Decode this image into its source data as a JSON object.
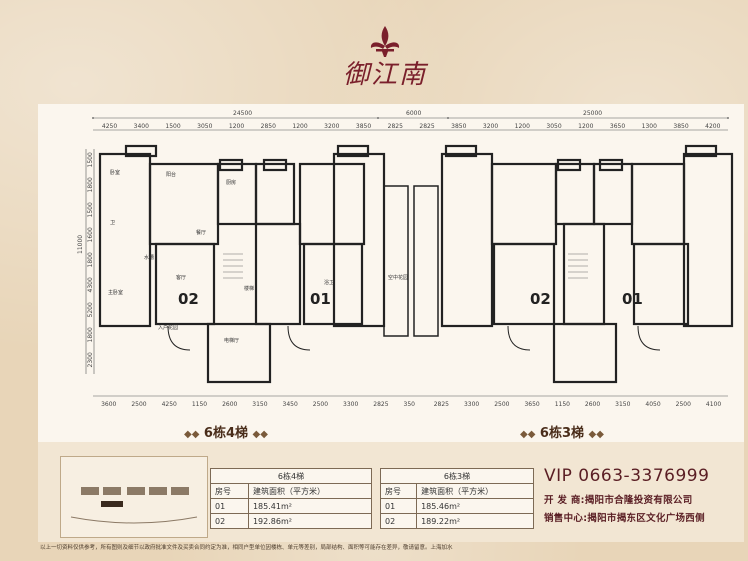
{
  "brand": {
    "name": "御江南"
  },
  "dimensions": {
    "top_totals": [
      "24500",
      "6000",
      "25000"
    ],
    "top_parts": [
      "4250",
      "3400",
      "1500",
      "3050",
      "1200",
      "2850",
      "1200",
      "3200",
      "3850",
      "2825",
      "2825",
      "3850",
      "3200",
      "1200",
      "3050",
      "1200",
      "3650",
      "1300",
      "3850",
      "4200"
    ],
    "bottom_parts": [
      "3600",
      "2500",
      "4250",
      "1150",
      "2600",
      "3150",
      "3450",
      "2500",
      "3300",
      "2825",
      "350",
      "2825",
      "3300",
      "2500",
      "3650",
      "1150",
      "2600",
      "3150",
      "4050",
      "2500",
      "4100"
    ],
    "left_total": "11000",
    "left_parts": [
      "1500",
      "1800",
      "1500",
      "1600",
      "1800",
      "4300",
      "5200",
      "1800",
      "2300"
    ]
  },
  "plan": {
    "units": [
      {
        "number": "02",
        "label": "unit-02-left"
      },
      {
        "number": "01",
        "label": "unit-01-left"
      },
      {
        "number": "02",
        "label": "unit-02-right"
      },
      {
        "number": "01",
        "label": "unit-01-right"
      }
    ],
    "rooms": {
      "bedroom": "卧室",
      "master_bedroom": "主卧室",
      "balcony": "阳台",
      "kitchen": "厨房",
      "restaurant": "餐厅",
      "living": "客厅",
      "bath": "卫",
      "master_bath": "浴卫",
      "water_closet": "水槽",
      "entrance": "入户花园",
      "sky_garden": "空中花园",
      "elevator_hall": "电梯厅",
      "stairs": "楼梯"
    }
  },
  "buildings": [
    {
      "label": "6栋4梯"
    },
    {
      "label": "6栋3梯"
    }
  ],
  "tables": [
    {
      "caption": "6栋4梯",
      "headers": [
        "房号",
        "建筑面积（平方米）"
      ],
      "rows": [
        [
          "01",
          "185.41m²"
        ],
        [
          "02",
          "192.86m²"
        ]
      ]
    },
    {
      "caption": "6栋3梯",
      "headers": [
        "房号",
        "建筑面积（平方米）"
      ],
      "rows": [
        [
          "01",
          "185.46m²"
        ],
        [
          "02",
          "189.22m²"
        ]
      ]
    }
  ],
  "contact": {
    "vip": "VIP  0663-3376999",
    "developer": "开 发 商:揭阳市合隆投资有限公司",
    "sales": "销售中心:揭阳市揭东区文化广场西侧"
  },
  "disclaimer": "以上一切资料仅供参考，所有图则及细节以政府批准文件及买卖合同约定为准，相同户型单位因楼栋、单元等差别，局部结构、面积等可能存在差异，敬请留意。上海加水",
  "colors": {
    "background": "#e8d5b8",
    "panel": "#fbf6ee",
    "wall": "#2a2a2a",
    "brand": "#7a1f2b"
  }
}
